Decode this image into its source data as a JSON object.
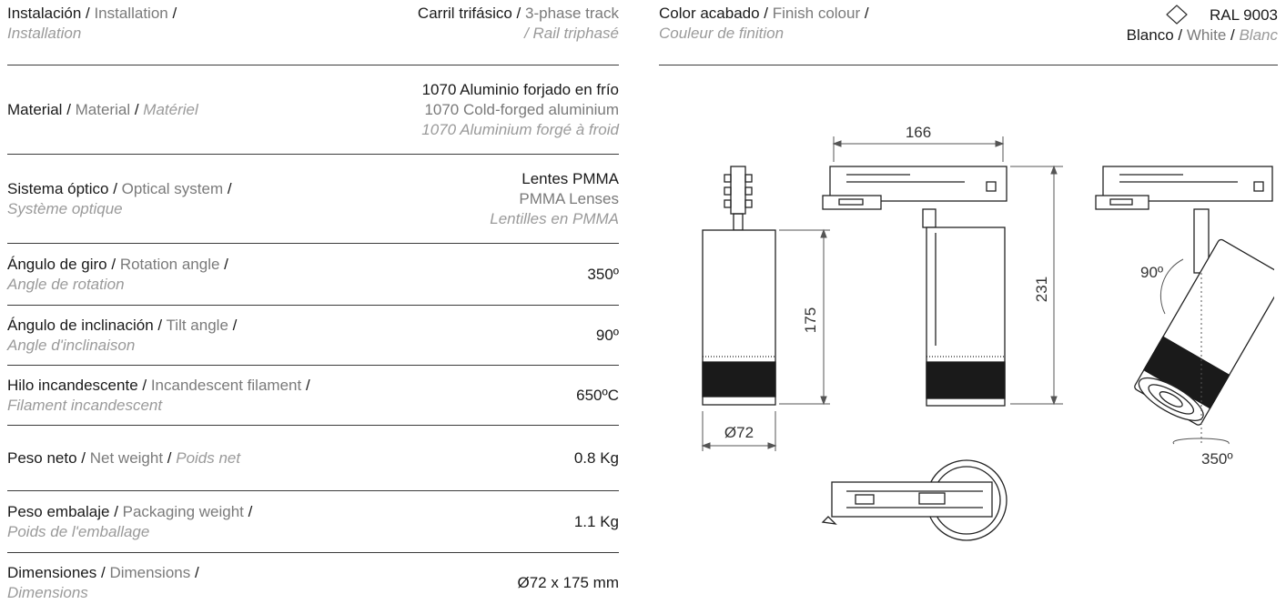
{
  "specs": [
    {
      "es": "Instalación",
      "en": "Installation",
      "fr": "Installation",
      "values": [
        [
          "Carril trifásico",
          "es",
          "3-phase track",
          "en"
        ],
        [
          "/ Rail triphasé",
          "fr"
        ]
      ]
    },
    {
      "es": "Material",
      "en": "Material",
      "fr": "Matériel",
      "values": [
        [
          "1070 Aluminio forjado en frío",
          "es"
        ],
        [
          "1070 Cold-forged aluminium",
          "en"
        ],
        [
          "1070 Aluminium forgé à froid",
          "fr"
        ]
      ]
    },
    {
      "es": "Sistema óptico",
      "en": "Optical system",
      "fr": "Système optique",
      "values": [
        [
          "Lentes PMMA",
          "es"
        ],
        [
          "PMMA Lenses",
          "en"
        ],
        [
          "Lentilles en PMMA",
          "fr"
        ]
      ]
    },
    {
      "es": "Ángulo de giro",
      "en": "Rotation angle",
      "fr": "Angle de rotation",
      "values": [
        [
          "350º",
          "es"
        ]
      ]
    },
    {
      "es": "Ángulo de inclinación",
      "en": "Tilt angle",
      "fr": "Angle d'inclinaison",
      "values": [
        [
          "90º",
          "es"
        ]
      ]
    },
    {
      "es": "Hilo incandescente",
      "en": "Incandescent filament",
      "fr": "Filament incandescent",
      "values": [
        [
          "650ºC",
          "es"
        ]
      ]
    },
    {
      "es": "Peso neto",
      "en": "Net weight",
      "fr": "Poids net",
      "values": [
        [
          "0.8 Kg",
          "es"
        ]
      ]
    },
    {
      "es": "Peso embalaje",
      "en": "Packaging weight",
      "fr": "Poids de l'emballage",
      "values": [
        [
          "1.1 Kg",
          "es"
        ]
      ]
    },
    {
      "es": "Dimensiones",
      "en": "Dimensions",
      "fr": "Dimensions",
      "values": [
        [
          "Ø72 x 175 mm",
          "es"
        ]
      ]
    }
  ],
  "finish": {
    "label_es": "Color acabado",
    "label_en": "Finish colour",
    "label_fr": "Couleur de finition",
    "ral": "RAL 9003",
    "color_es": "Blanco",
    "color_en": "White",
    "color_fr": "Blanc"
  },
  "dimensions": {
    "width_label": "166",
    "height_label": "231",
    "body_label": "175",
    "diameter_label": "Ø72",
    "tilt_label": "90º",
    "rotation_label": "350º"
  }
}
